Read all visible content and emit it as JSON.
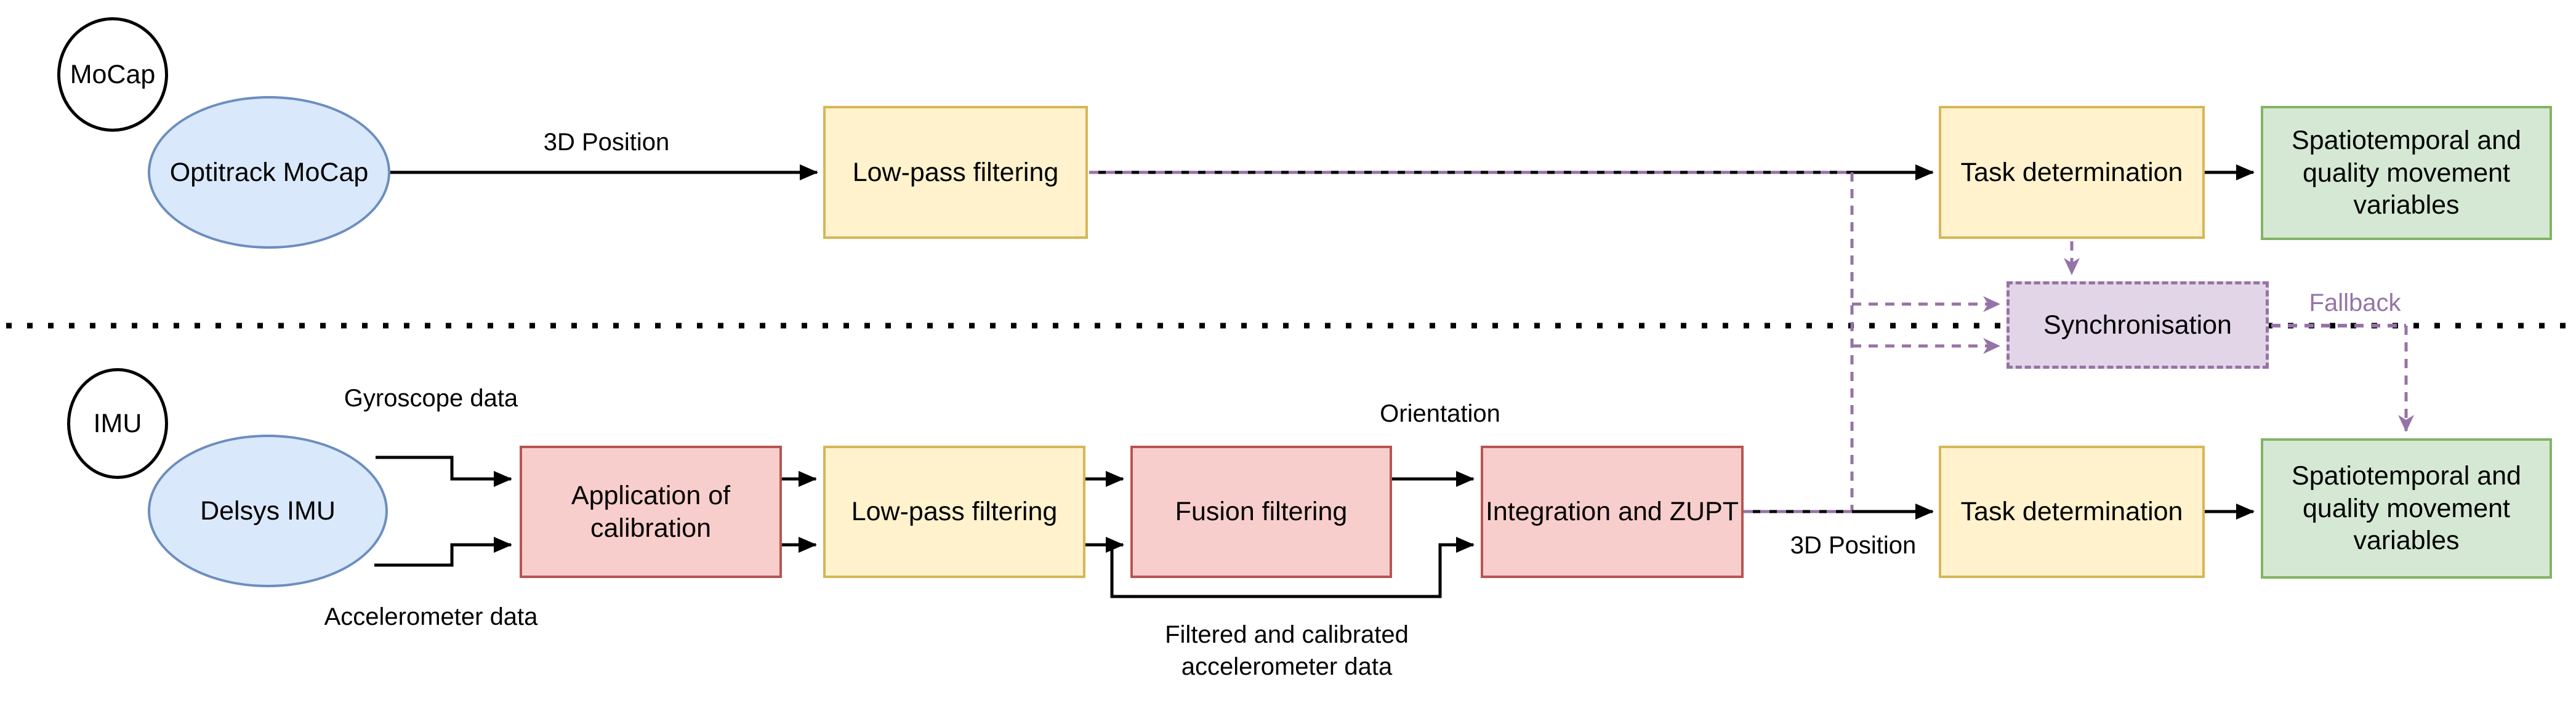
{
  "diagram_title": "MoCap and IMU processing pipeline with synchronisation fallback",
  "palette": {
    "sensor_fill": "#DAE8FC",
    "sensor_stroke": "#6C8EBF",
    "shared_step_fill": "#FFF2CC",
    "shared_step_stroke": "#D6B656",
    "imu_step_fill": "#F8CECC",
    "imu_step_stroke": "#B85450",
    "output_fill": "#D5E8D4",
    "output_stroke": "#82B366",
    "sync_fill": "#E1D5E7",
    "sync_stroke": "#9673A6",
    "connector_black": "#000000",
    "connector_purple": "#9673A6"
  },
  "sections": {
    "mocap_badge": "MoCap",
    "imu_badge": "IMU"
  },
  "nodes": {
    "optitrack": "Optitrack MoCap",
    "lowpass_top": "Low-pass filtering",
    "task_top": "Task determination",
    "output_top": "Spatiotemporal and quality movement variables",
    "sync": "Synchronisation",
    "delsys": "Delsys IMU",
    "calibration": "Application of calibration",
    "lowpass_bottom": "Low-pass filtering",
    "fusion": "Fusion filtering",
    "integration": "Integration and ZUPT",
    "task_bottom": "Task determination",
    "output_bottom": "Spatiotemporal and quality movement variables"
  },
  "edge_labels": {
    "pos3d_top": "3D Position",
    "gyro": "Gyroscope data",
    "accel": "Accelerometer data",
    "orientation": "Orientation",
    "filtered": "Filtered and calibrated accelerometer data",
    "pos3d_bottom": "3D Position",
    "fallback": "Fallback"
  }
}
